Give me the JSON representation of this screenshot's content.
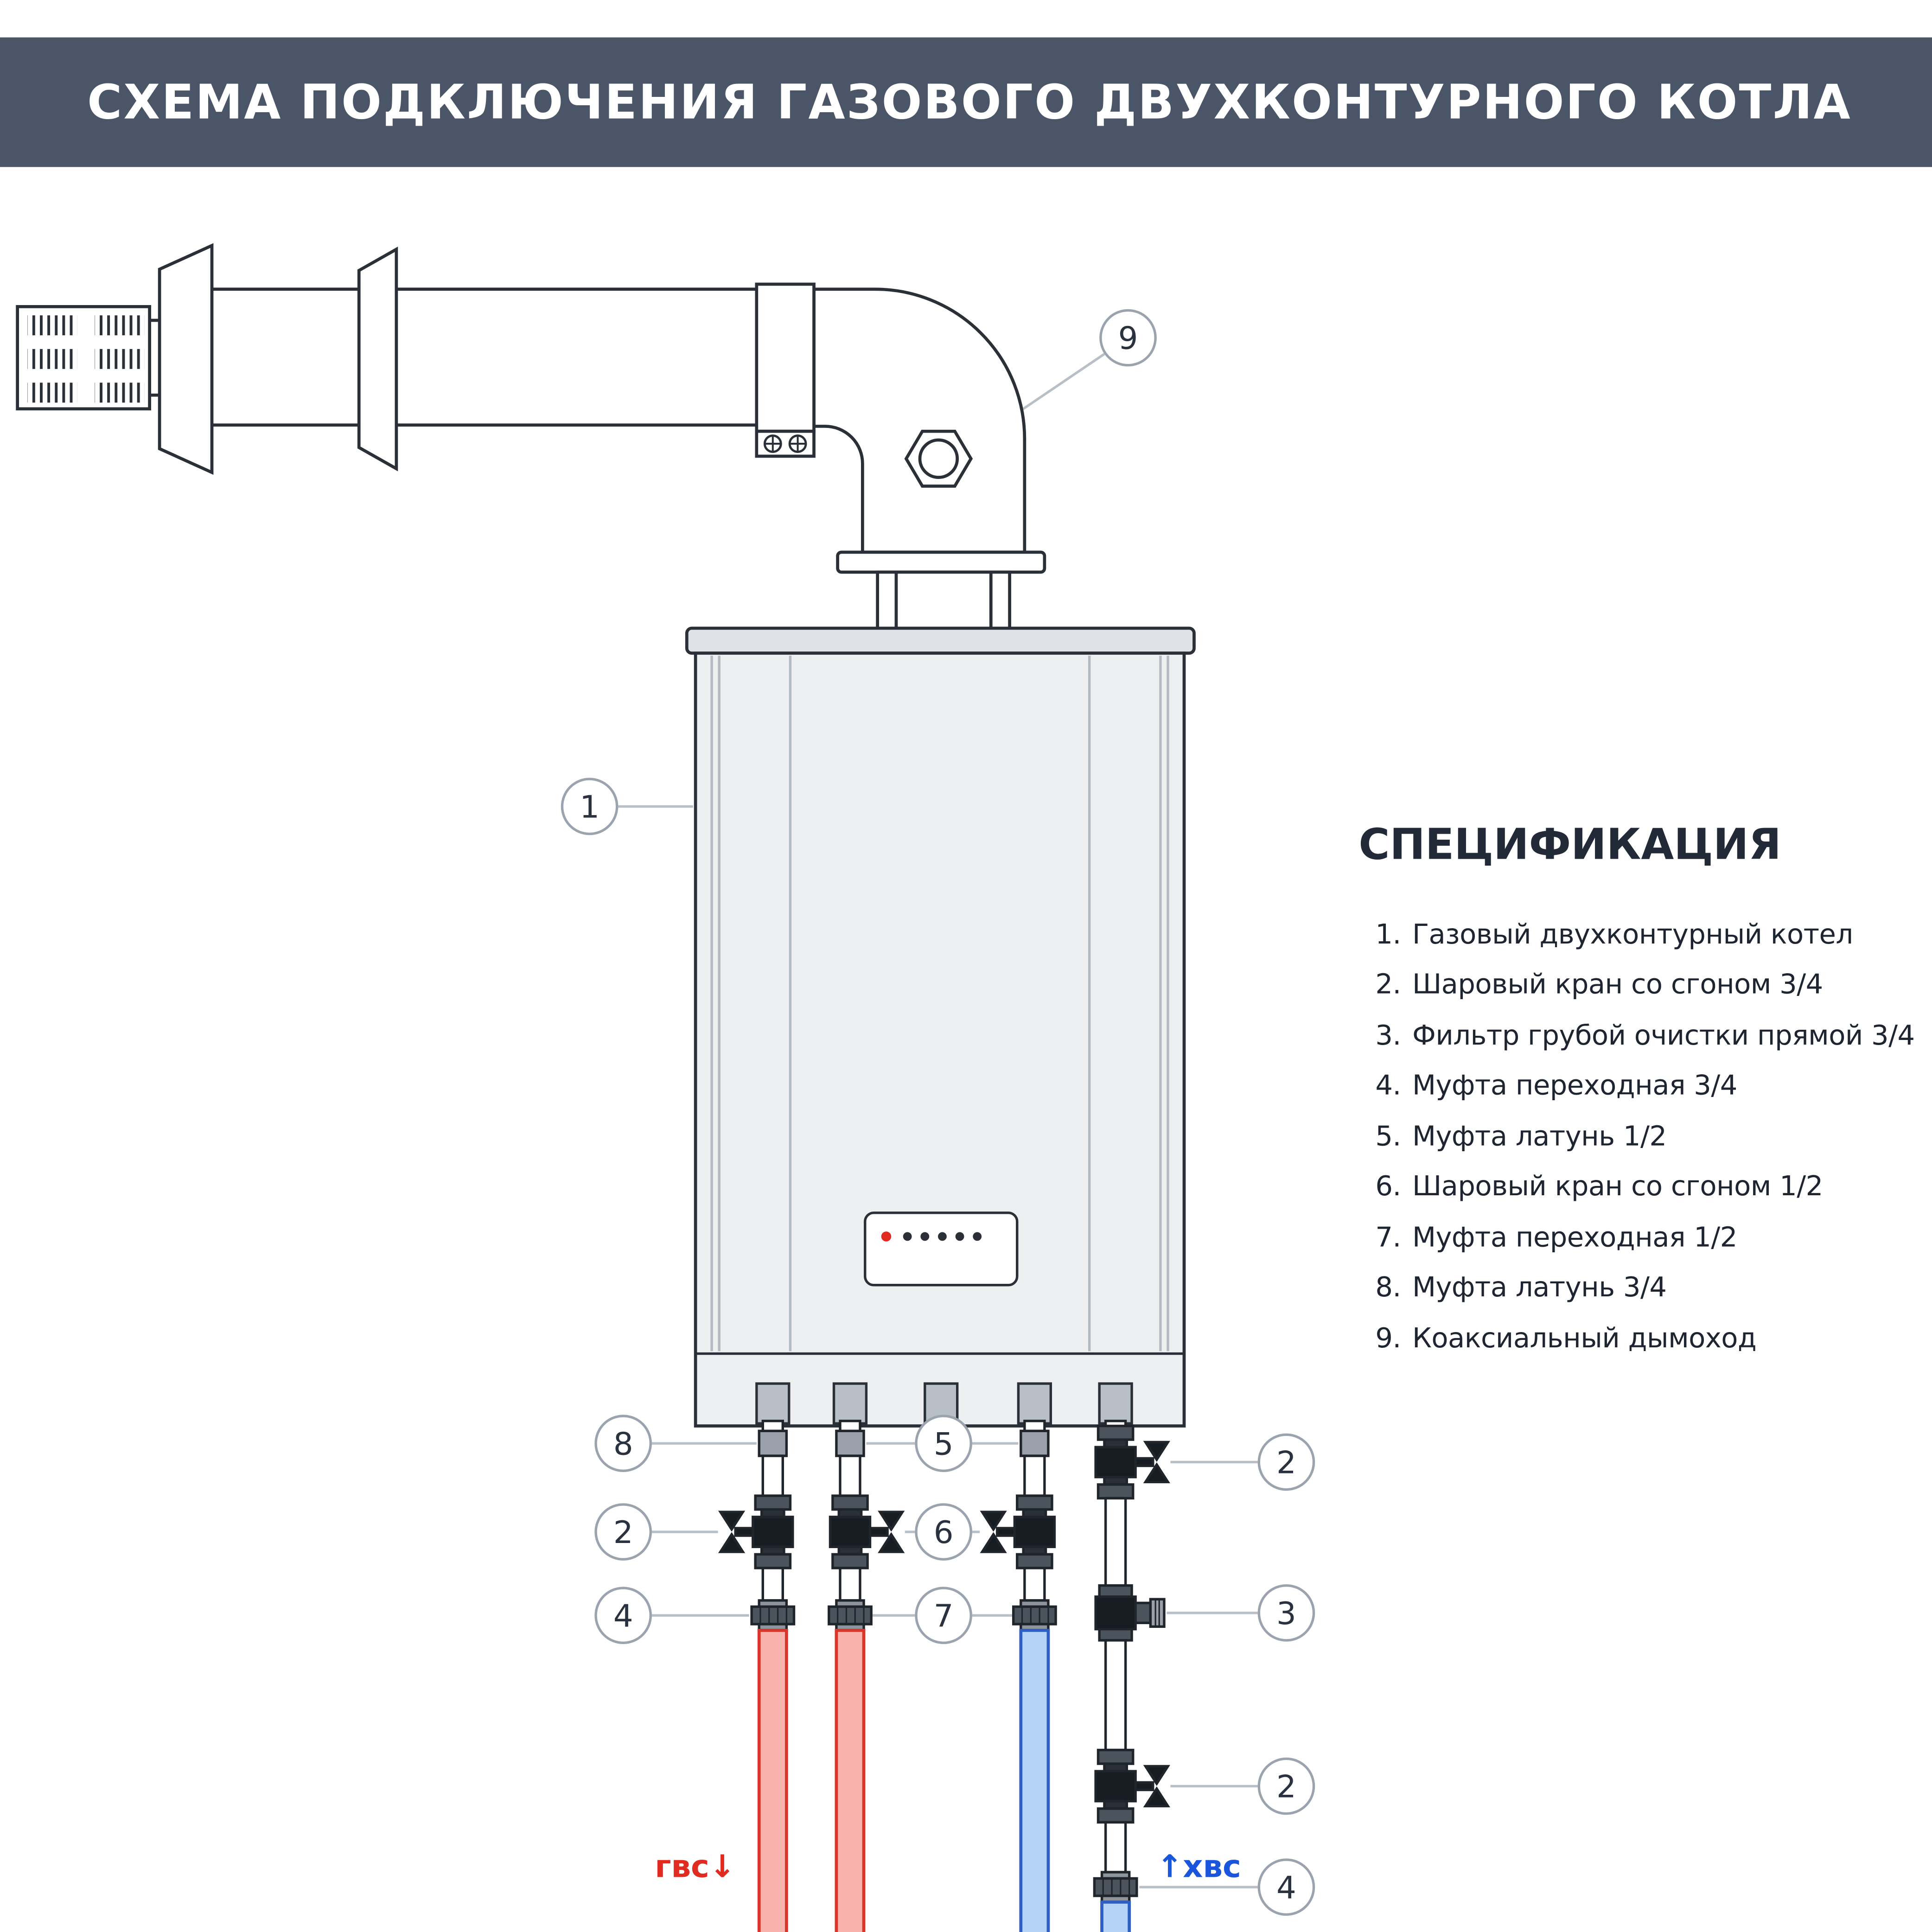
{
  "header": {
    "title": "СХЕМА ПОДКЛЮЧЕНИЯ ГАЗОВОГО ДВУХКОНТУРНОГО КОТЛА"
  },
  "spec": {
    "title": "СПЕЦИФИКАЦИЯ",
    "items": [
      {
        "num": "1.",
        "text": "Газовый двухконтурный котел"
      },
      {
        "num": "2.",
        "text": "Шаровый кран со сгоном 3/4"
      },
      {
        "num": "3.",
        "text": "Фильтр грубой очистки прямой 3/4"
      },
      {
        "num": "4.",
        "text": "Муфта переходная 3/4"
      },
      {
        "num": "5.",
        "text": "Муфта латунь 1/2"
      },
      {
        "num": "6.",
        "text": "Шаровый кран со сгоном 1/2"
      },
      {
        "num": "7.",
        "text": "Муфта переходная 1/2"
      },
      {
        "num": "8.",
        "text": "Муфта латунь 3/4"
      },
      {
        "num": "9.",
        "text": "Коаксиальный дымоход"
      }
    ]
  },
  "callouts": [
    {
      "label": "9"
    },
    {
      "label": "1"
    },
    {
      "label": "8"
    },
    {
      "label": "2"
    },
    {
      "label": "4"
    },
    {
      "label": "5"
    },
    {
      "label": "6"
    },
    {
      "label": "7"
    },
    {
      "label": "2"
    },
    {
      "label": "3"
    },
    {
      "label": "2"
    },
    {
      "label": "4"
    }
  ],
  "labels": {
    "hot_text": "гвс",
    "hot_arrow": "↓",
    "cold_arrow": "↑",
    "cold_text": "хвс"
  },
  "colors": {
    "header_bg": "#4a5668",
    "line": "#2b3038",
    "hot": "#e02b20",
    "cold": "#1a56db",
    "hot_pipe": "#f9b3ae",
    "cold_pipe": "#b5d3f7",
    "callout_border": "#9ba4ae"
  }
}
